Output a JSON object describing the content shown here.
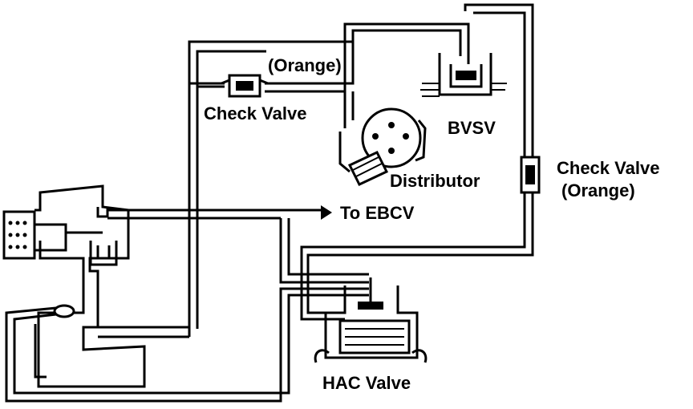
{
  "labels": {
    "orange_top": "(Orange)",
    "check_valve_top": "Check Valve",
    "bvsv": "BVSV",
    "distributor": "Distributor",
    "check_valve_right": "Check Valve",
    "orange_right": "(Orange)",
    "to_ebcv": "To EBCV",
    "hac_valve": "HAC Valve"
  }
}
